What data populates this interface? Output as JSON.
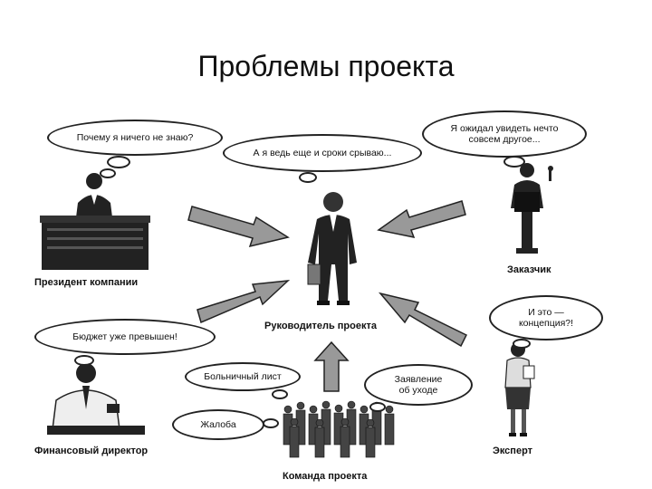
{
  "title": "Проблемы проекта",
  "bubbles": {
    "why_know_nothing": "Почему я ничего не знаю?",
    "deadline": "А я ведь еще и сроки срываю...",
    "expected_other": "Я ожидал увидеть нечто совсем другое...",
    "budget": "Бюджет уже превышен!",
    "concept": "И это — концепция?!",
    "sick_leave": "Больничный лист",
    "resignation": "Заявление об уходе",
    "complaint": "Жалоба"
  },
  "roles": {
    "president": "Президент компании",
    "customer": "Заказчик",
    "manager": "Руководитель проекта",
    "finance": "Финансовый директор",
    "expert": "Эксперт",
    "team": "Команда проекта"
  }
}
